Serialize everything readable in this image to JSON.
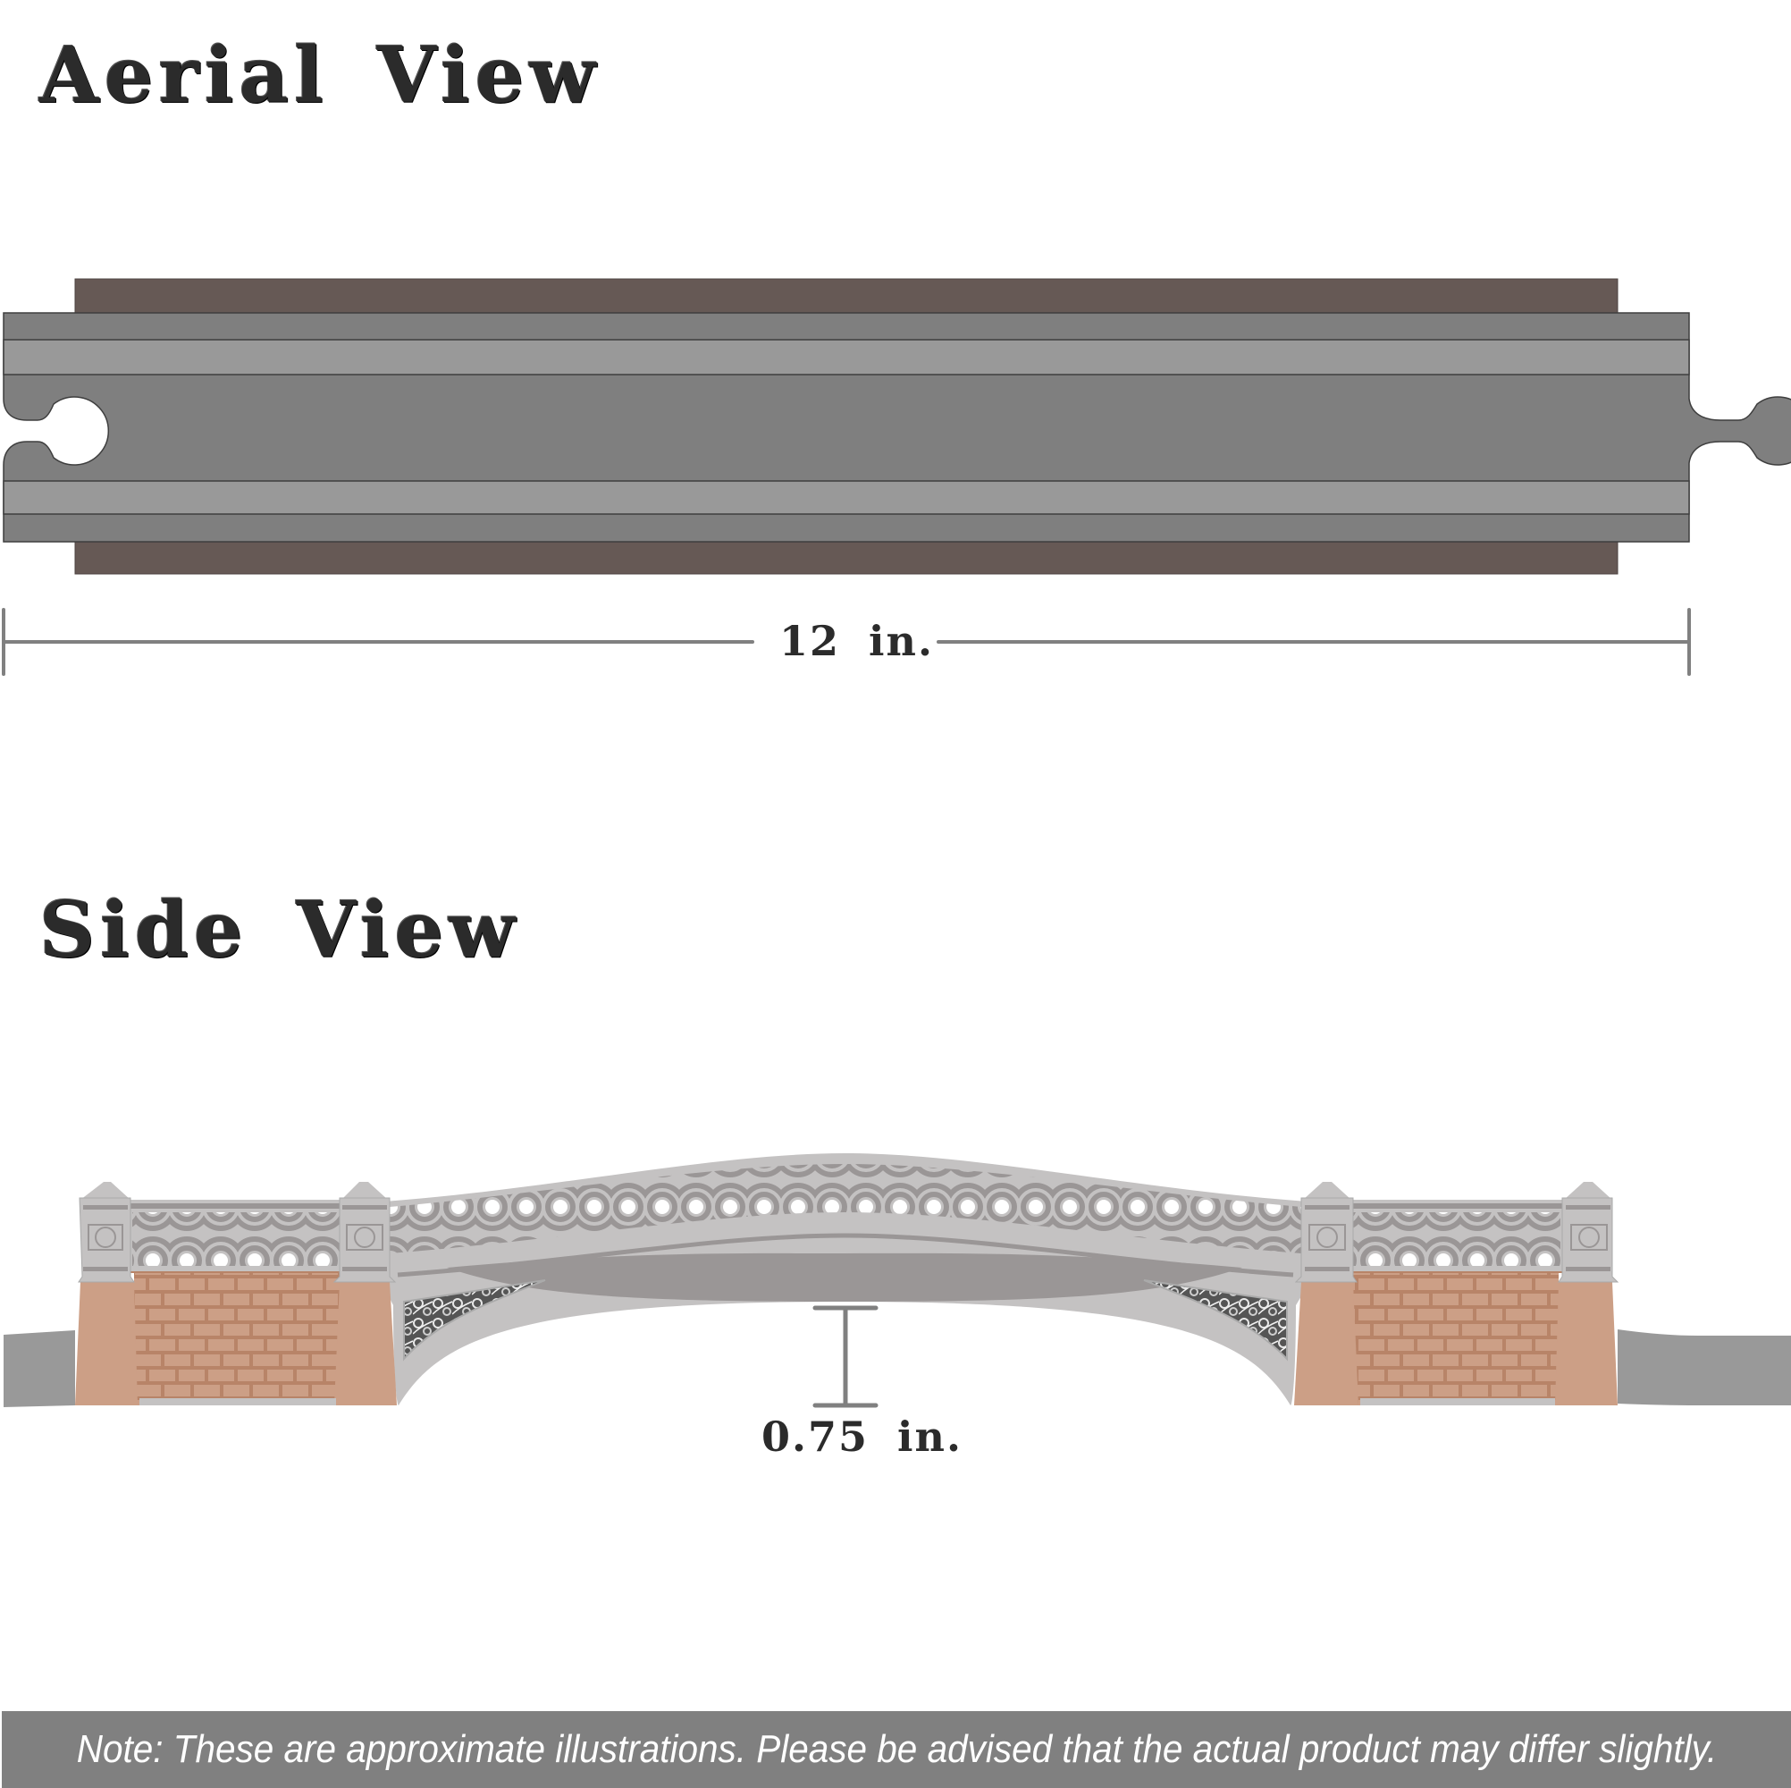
{
  "headings": {
    "aerial": "Aerial View",
    "side": "Side View"
  },
  "dimensions": {
    "length": "12 in.",
    "clearance": "0.75 in."
  },
  "footer": {
    "note": "Note: These are approximate illustrations. Please be advised that the actual product may differ slightly."
  },
  "colors": {
    "track_dark": "#7f7f7f",
    "track_groove": "#999999",
    "rail_brown": "#665955",
    "stone": "#c4c2c2",
    "stone_dark": "#9a9696",
    "brick": "#cc9f86",
    "mortar": "#b88468",
    "dim_line": "#808080",
    "note_bg": "#808080"
  }
}
